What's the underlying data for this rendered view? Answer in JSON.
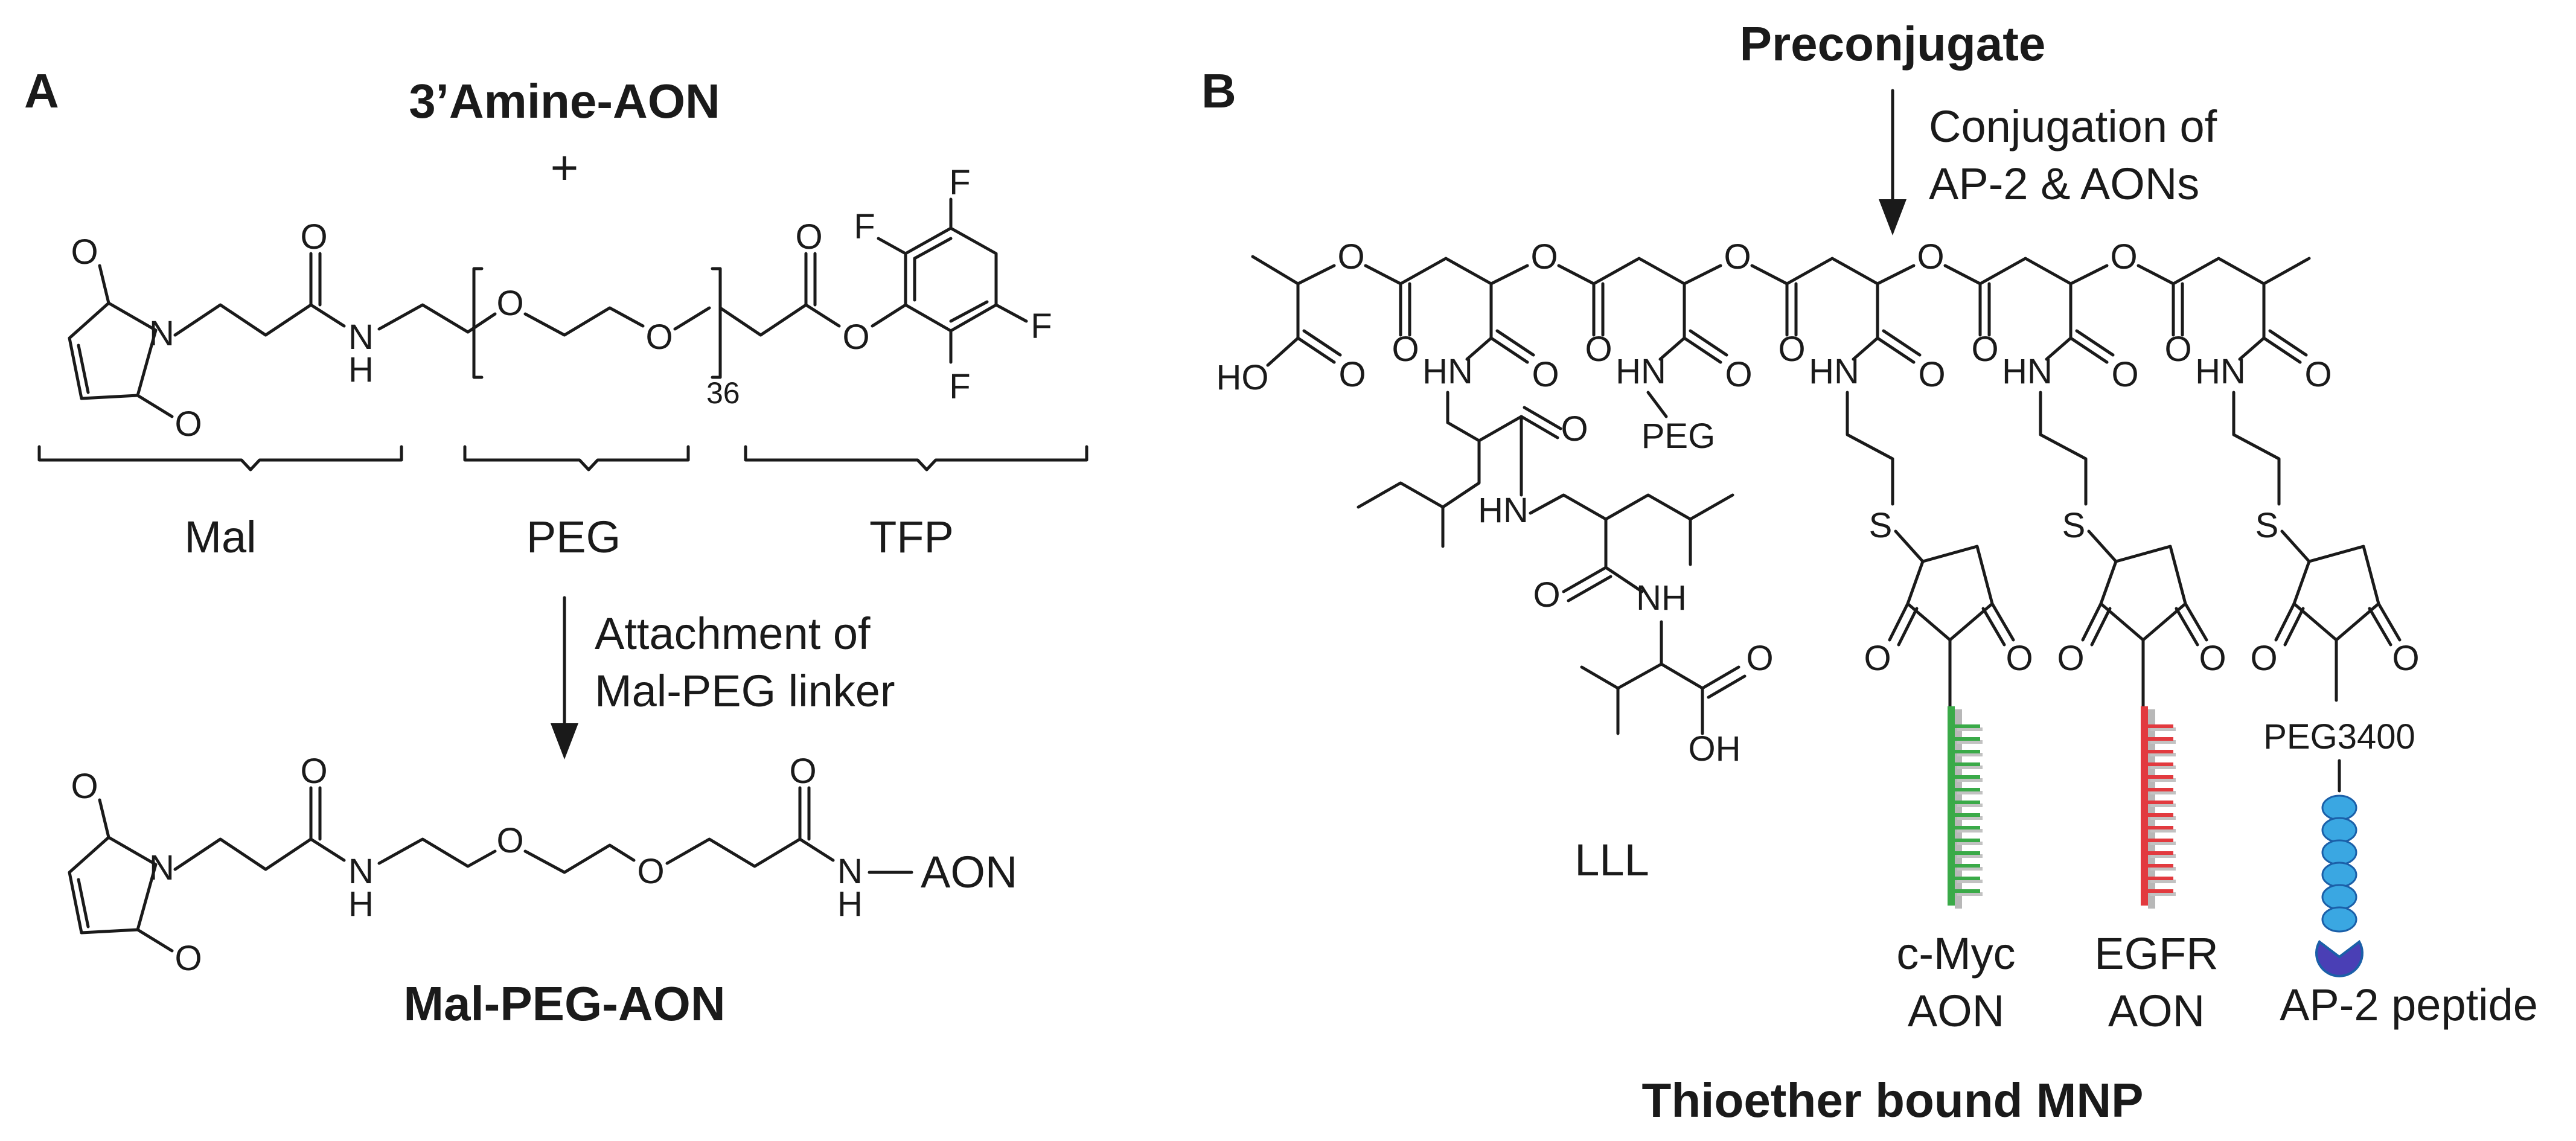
{
  "panel_a": {
    "letter": "A",
    "reactant_title": "3’Amine-AON",
    "plus": "+",
    "segments": [
      "Mal",
      "PEG",
      "TFP"
    ],
    "repeat": "36",
    "step": [
      "Attachment of",
      "Mal-PEG linker"
    ],
    "product_title": "Mal-PEG-AON",
    "aon": "AON"
  },
  "panel_b": {
    "letter": "B",
    "top_title": "Preconjugate",
    "step": [
      "Conjugation of",
      "AP-2 & AONs"
    ],
    "peg_label": "PEG",
    "lll": "LLL",
    "cmyc": [
      "c-Myc",
      "AON"
    ],
    "egfr": [
      "EGFR",
      "AON"
    ],
    "peg3400": "PEG3400",
    "ap2": "AP-2 peptide",
    "bottom_title": "Thioether bound MNP"
  },
  "colors": {
    "cmyc_strand": "#3aaa48",
    "egfr_strand": "#e23a3f",
    "bead_fill": "#3aa7e2",
    "bead_stroke": "#1b5fa8",
    "peptide_head": "#4a3fb5",
    "ink": "#1a1a1a"
  }
}
